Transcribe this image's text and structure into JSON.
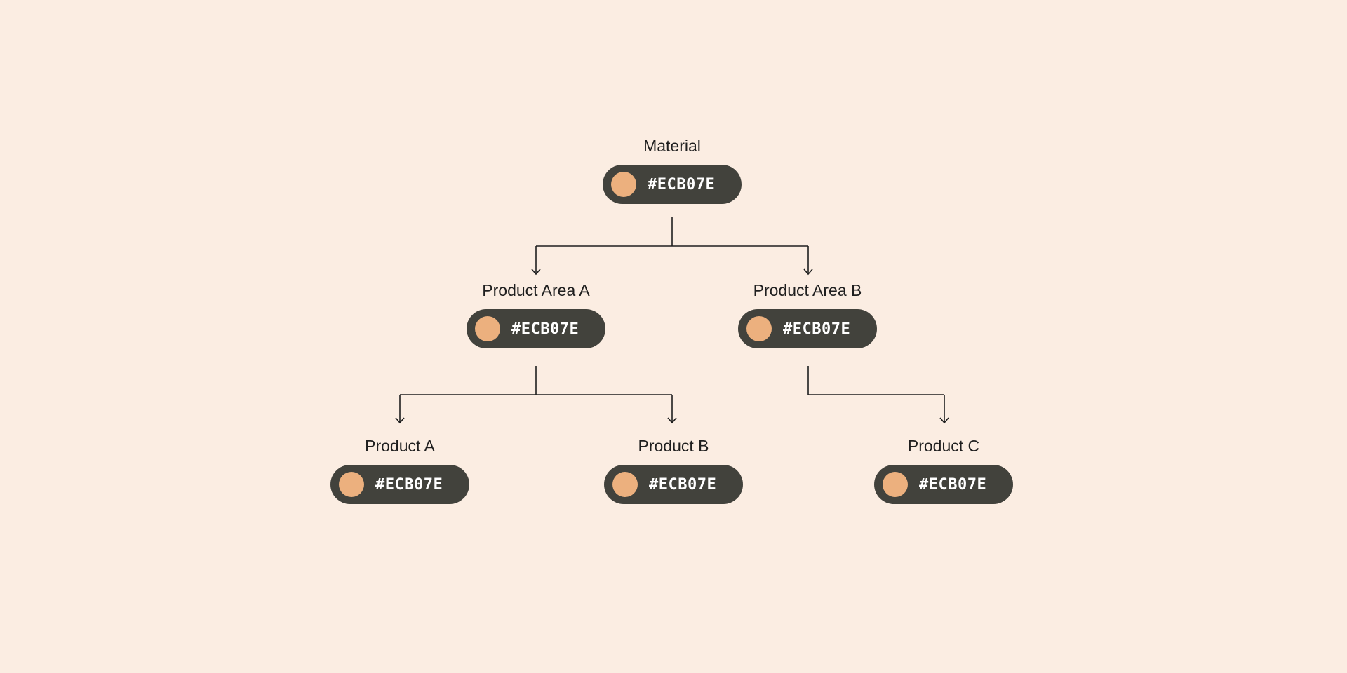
{
  "colors": {
    "background": "#FBEDE2",
    "pill": "#42423C",
    "swatch": "#ECB07E",
    "connector": "#1f1f1f"
  },
  "tree": {
    "root": {
      "label": "Material",
      "hex": "#ECB07E"
    },
    "areas": [
      {
        "label": "Product Area A",
        "hex": "#ECB07E"
      },
      {
        "label": "Product Area B",
        "hex": "#ECB07E"
      }
    ],
    "products": [
      {
        "label": "Product A",
        "hex": "#ECB07E",
        "parent": "Product Area A"
      },
      {
        "label": "Product B",
        "hex": "#ECB07E",
        "parent": "Product Area A"
      },
      {
        "label": "Product C",
        "hex": "#ECB07E",
        "parent": "Product Area B"
      }
    ]
  }
}
